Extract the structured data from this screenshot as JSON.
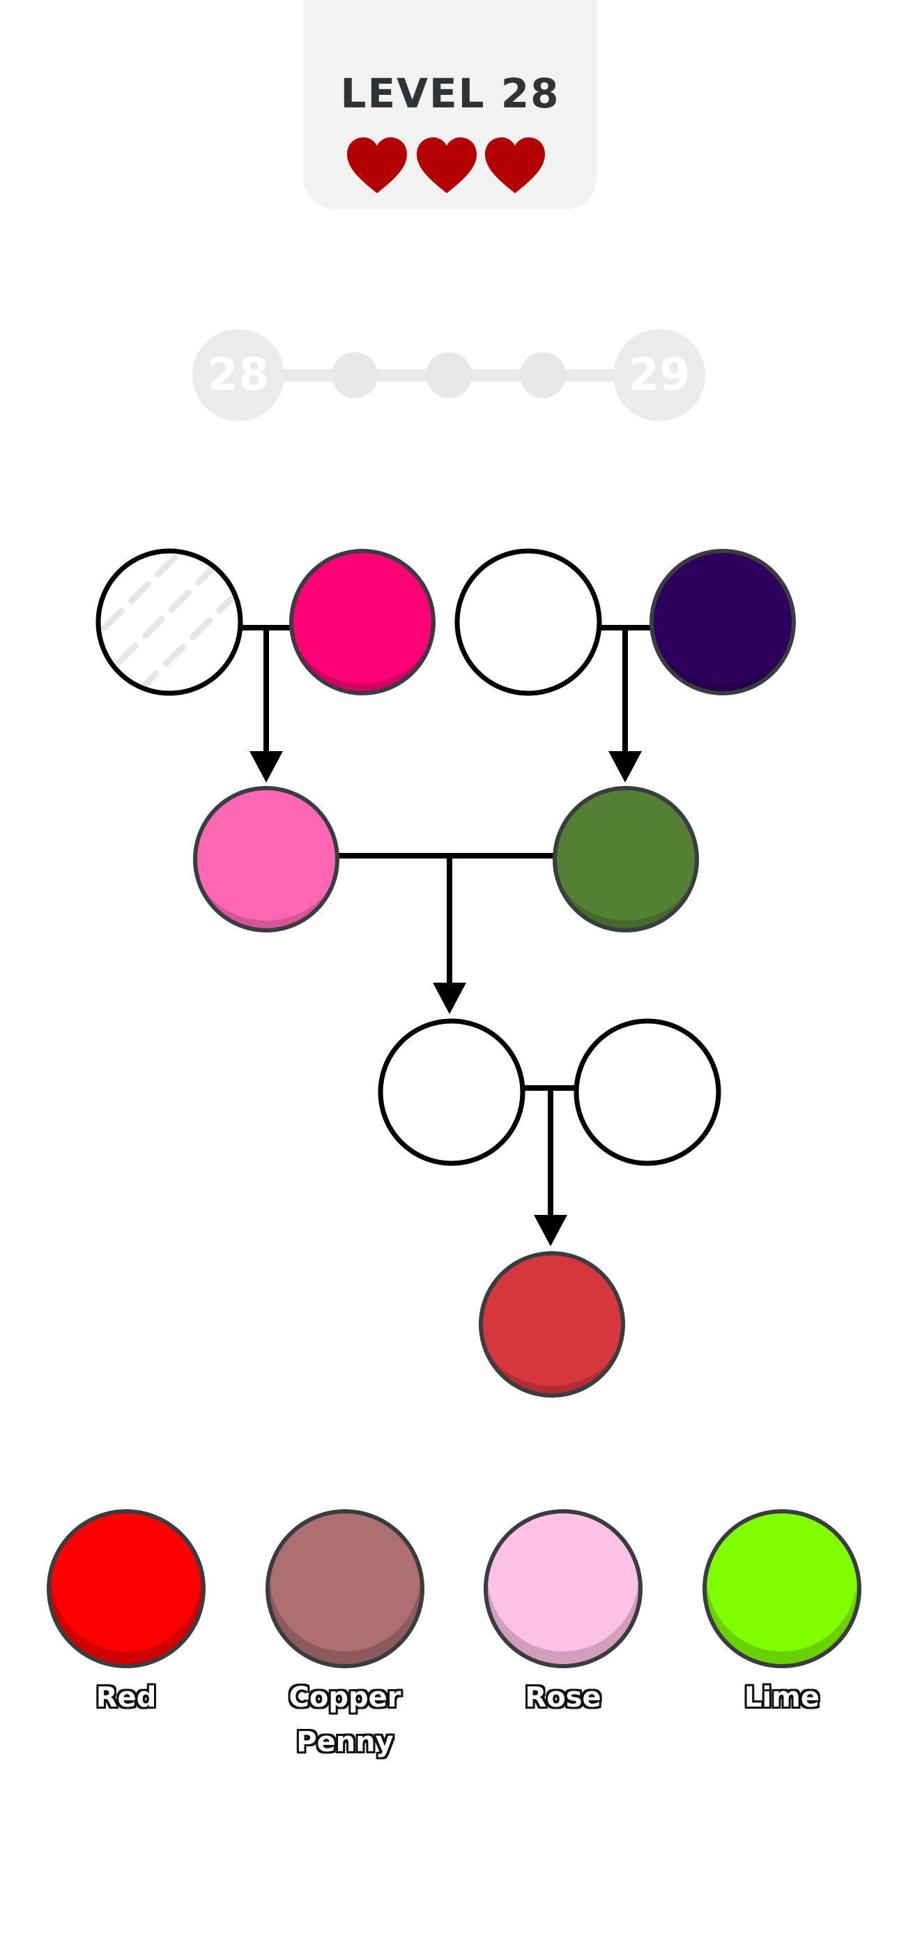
{
  "header": {
    "level_title": "LEVEL 28",
    "lives": 3,
    "heart_color": "#b50000"
  },
  "progress": {
    "current_level": "28",
    "next_level": "29",
    "intermediate_steps": 3
  },
  "tree": {
    "nodes": [
      {
        "id": "g1-left",
        "color": null,
        "state": "empty-hatched"
      },
      {
        "id": "g1-mid-left",
        "color": "#ff0077",
        "state": "filled"
      },
      {
        "id": "g1-mid-right",
        "color": null,
        "state": "empty"
      },
      {
        "id": "g1-right",
        "color": "#2d005e",
        "state": "filled"
      },
      {
        "id": "g2-left",
        "color": "#ff66b3",
        "state": "filled"
      },
      {
        "id": "g2-right",
        "color": "#548033",
        "state": "filled"
      },
      {
        "id": "g3-left",
        "color": null,
        "state": "empty"
      },
      {
        "id": "g3-right",
        "color": null,
        "state": "empty"
      },
      {
        "id": "result",
        "color": "#d6373c",
        "state": "filled"
      }
    ]
  },
  "palette": [
    {
      "name": "Red",
      "color": "#ff0000"
    },
    {
      "name": "Copper Penny",
      "color": "#ad6f6f"
    },
    {
      "name": "Rose",
      "color": "#ffc2e6"
    },
    {
      "name": "Lime",
      "color": "#80ff00"
    }
  ]
}
